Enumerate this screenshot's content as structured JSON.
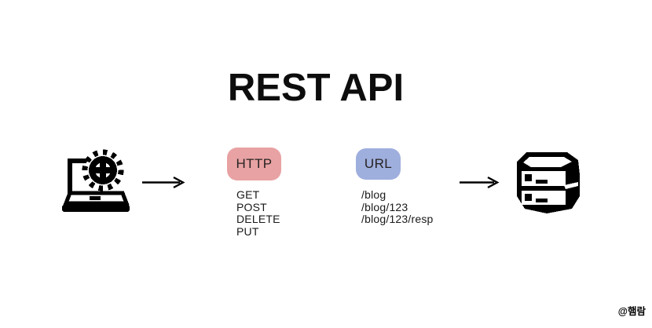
{
  "title": "REST API",
  "client": {
    "icon": "laptop-gear-icon"
  },
  "server_node": {
    "icon": "database-server-icon"
  },
  "arrow": {
    "icon": "right-arrow-icon"
  },
  "http": {
    "badge_label": "HTTP",
    "badge_color": "#e8a2a3",
    "methods": [
      "GET",
      "POST",
      "DELETE",
      "PUT"
    ]
  },
  "url": {
    "badge_label": "URL",
    "badge_color": "#9eaedd",
    "paths": [
      "/blog",
      "/blog/123",
      "/blog/123/resp"
    ]
  },
  "credit": "@햄람",
  "colors": {
    "background": "#ffffff",
    "title_text": "#0d0d0d",
    "body_text": "#191919",
    "icon_black": "#000000"
  }
}
